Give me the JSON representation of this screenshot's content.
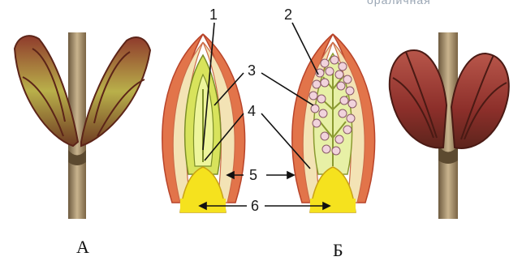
{
  "header_fragment": "ораличная",
  "captions": {
    "left": "А",
    "right": "Б"
  },
  "labels": {
    "l1": "1",
    "l2": "2",
    "l3": "3",
    "l4": "4",
    "l5": "5",
    "l6": "6"
  }
}
